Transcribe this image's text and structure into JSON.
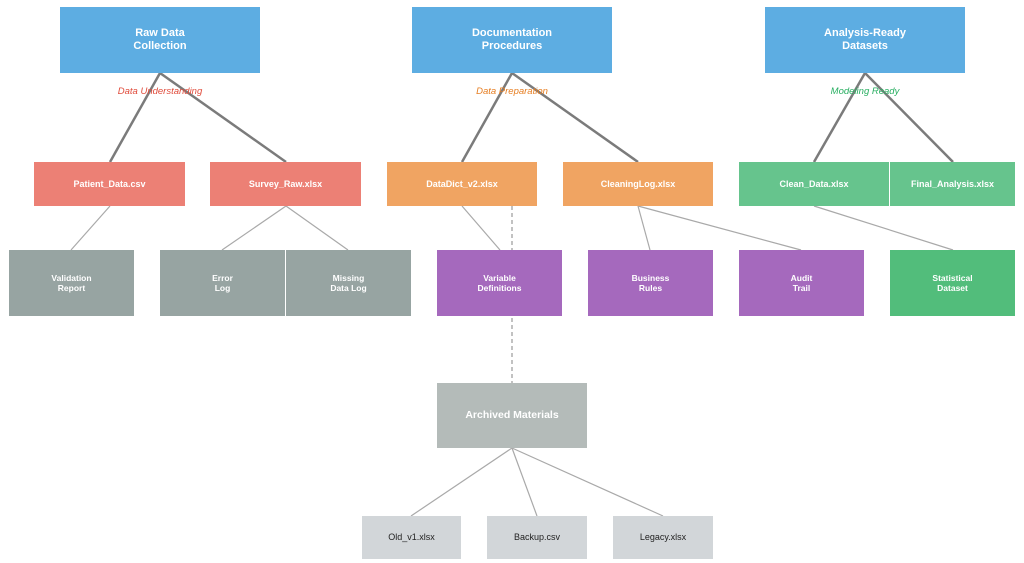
{
  "colors": {
    "top": "#5dade2",
    "raw_file": "#ec8075",
    "doc_file": "#f0a462",
    "clean_file": "#66c48d",
    "gray_leaf": "#97a4a2",
    "purple_leaf": "#a569bd",
    "green_leaf": "#52bd7b",
    "archive": "#b4bbb9",
    "old_file": "#d2d6d9",
    "edge_thick": "#7b7b7b",
    "edge_thin": "#a9a9a9",
    "label_red": "#e04c3c",
    "label_orange": "#e67e22",
    "label_green": "#27ae60"
  },
  "top_level": {
    "raw": "Raw Data\nCollection",
    "documentation": "Documentation\nProcedures",
    "analysis": "Analysis-Ready\nDatasets"
  },
  "stage_labels": {
    "understanding": "Data Understanding",
    "preparation": "Data Preparation",
    "modeling": "Modeling Ready"
  },
  "files": {
    "patient": "Patient_Data.csv",
    "survey": "Survey_Raw.xlsx",
    "datadict": "DataDict_v2.xlsx",
    "cleaninglog": "CleaningLog.xlsx",
    "clean_data": "Clean_Data.xlsx",
    "final_analysis": "Final_Analysis.xlsx"
  },
  "leaves": {
    "validation": "Validation\nReport",
    "error": "Error\nLog",
    "missing": "Missing\nData Log",
    "variable": "Variable\nDefinitions",
    "business": "Business\nRules",
    "audit": "Audit\nTrail",
    "statistical": "Statistical\nDataset"
  },
  "archive": {
    "title": "Archived Materials",
    "items": [
      "Old_v1.xlsx",
      "Backup.csv",
      "Legacy.xlsx"
    ]
  }
}
